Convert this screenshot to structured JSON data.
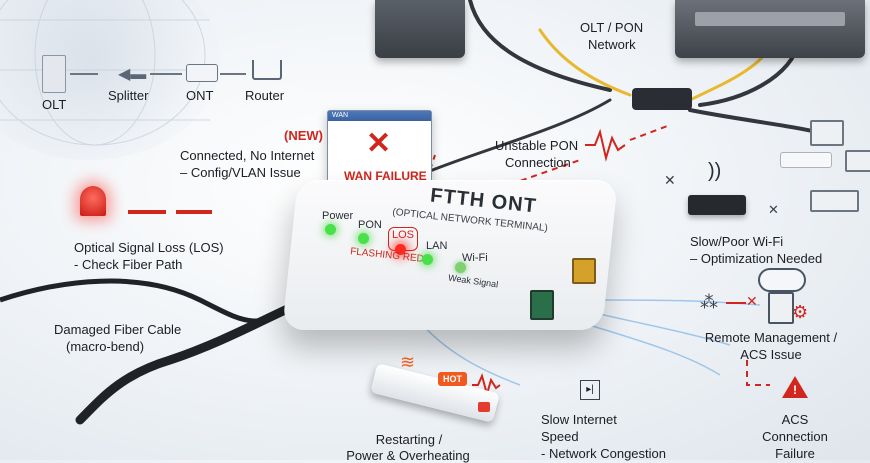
{
  "topology": {
    "olt": "OLT",
    "splitter": "Splitter",
    "ont": "ONT",
    "router": "Router"
  },
  "device": {
    "title": "FTTH ONT",
    "subtitle": "(OPTICAL NETWORK TERMINAL)",
    "leds": {
      "power": "Power",
      "pon": "PON",
      "los": "LOS",
      "los_note": "FLASHING RED",
      "lan": "LAN",
      "wifi": "Wi-Fi",
      "wifi_note": "Weak Signal"
    }
  },
  "wan_popup": {
    "tab": "WAN",
    "status": "WAN FAILURE"
  },
  "labels": {
    "new_tag": "(NEW)",
    "no_internet": [
      "Connected, No Internet",
      "– Config/VLAN Issue"
    ],
    "los": [
      "Optical Signal Loss (LOS)",
      "- Check Fiber Path"
    ],
    "damaged_fiber": [
      "Damaged Fiber Cable",
      "(macro-bend)"
    ],
    "restarting": [
      "Restarting /",
      "Power & Overheating"
    ],
    "hot_tag": "HOT",
    "slow_internet": [
      "Slow Internet",
      "Speed",
      "- Network Congestion"
    ],
    "olt_pon": [
      "OLT / PON",
      "Network"
    ],
    "unstable_pon": [
      "Unstable PON",
      "Connection"
    ],
    "slow_wifi": [
      "Slow/Poor Wi-Fi",
      "– Optimization Needed"
    ],
    "remote_mgmt": [
      "Remote Management /",
      "ACS Issue"
    ],
    "acs_failure": [
      "ACS",
      "Connection",
      "Failure"
    ]
  },
  "colors": {
    "alert_red": "#d0261d",
    "led_green": "#4ae04a",
    "led_red": "#ff2a1f",
    "fiber_yellow": "#e8b830",
    "port_green": "#2b6e4a"
  }
}
